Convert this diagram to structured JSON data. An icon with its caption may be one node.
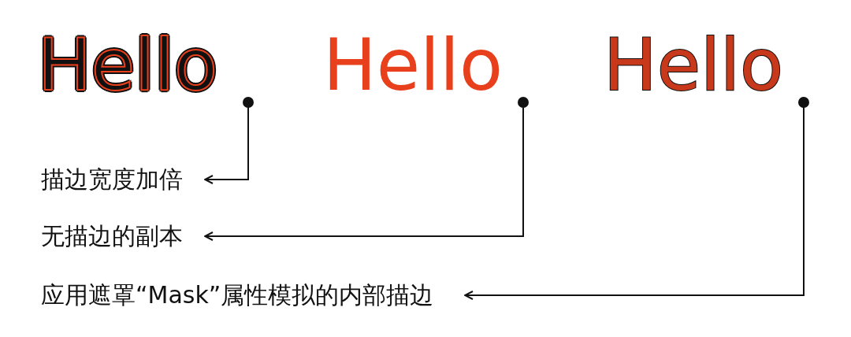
{
  "diagram": {
    "nodes": [
      {
        "text": [
          "Hello"
        ]
      },
      {
        "text": [
          "Hello"
        ]
      },
      {
        "text": [
          "Hello"
        ]
      },
      {
        "text": [
          "描边宽度加倍"
        ]
      },
      {
        "text": [
          "无描边的副本"
        ]
      },
      {
        "text": [
          "应用遮罩“Mask”属性模拟的内部描边"
        ]
      }
    ],
    "edges": [
      {
        "from": 0,
        "to": 3,
        "arrow": "to"
      },
      {
        "from": 1,
        "to": 4,
        "arrow": "to"
      },
      {
        "from": 2,
        "to": 5,
        "arrow": "to"
      }
    ]
  }
}
